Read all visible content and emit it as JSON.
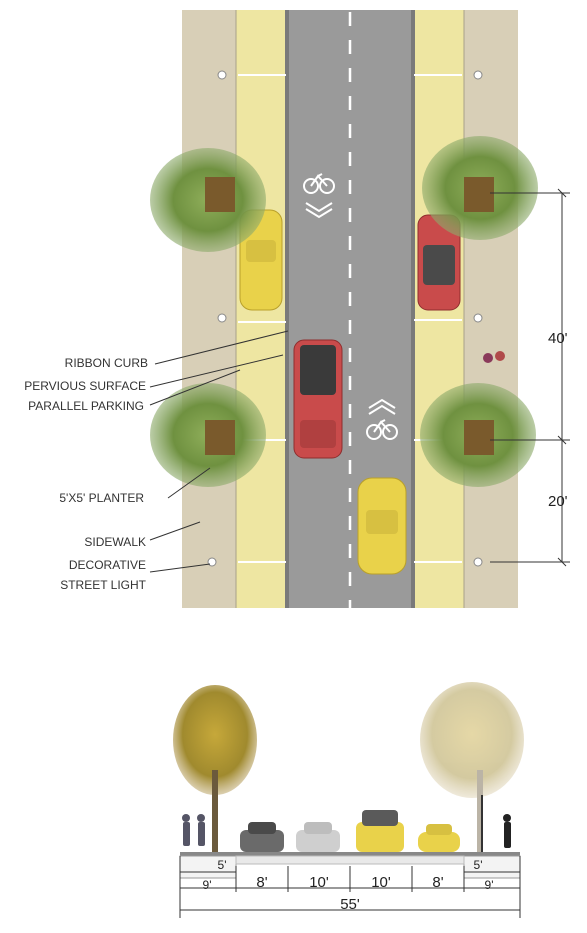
{
  "plan": {
    "labels": {
      "ribbon_curb": "RIBBON CURB",
      "pervious_surface": "PERVIOUS SURFACE",
      "parallel_parking": "PARALLEL PARKING",
      "planter": "5'X5' PLANTER",
      "sidewalk": "SIDEWALK",
      "street_light_1": "DECORATIVE",
      "street_light_2": "STREET LIGHT"
    },
    "dimensions": {
      "tree_spacing": "40'",
      "light_offset": "20'"
    }
  },
  "section": {
    "widths": {
      "planter_left": "5'",
      "planter_right": "5'",
      "sidewalk_left": "9'",
      "parking_left": "8'",
      "lane_left": "10'",
      "lane_right": "10'",
      "parking_right": "8'",
      "sidewalk_right": "9'",
      "total": "55'"
    }
  },
  "colors": {
    "sidewalk": "#d8cfb7",
    "parking": "#eee6a2",
    "road": "#9a9a9a",
    "tree": "#6a8f3a",
    "car_yellow": "#e9d24a",
    "car_red": "#c94b4b"
  }
}
